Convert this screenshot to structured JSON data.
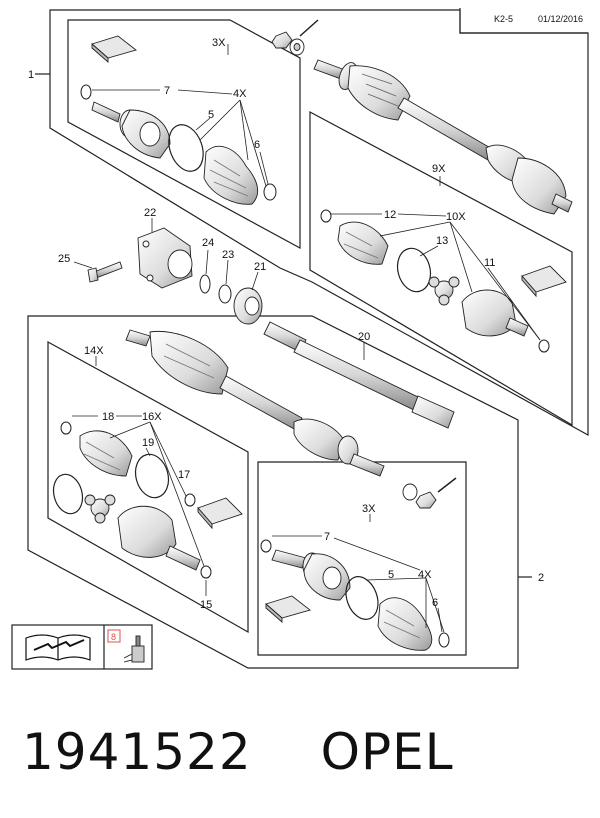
{
  "header": {
    "page_code": "K2-5",
    "date": "01/12/2016"
  },
  "callouts": {
    "c1": "1",
    "c2": "2",
    "c3x_top": "3X",
    "c3x_bottom": "3X",
    "c4x_top": "4X",
    "c4x_bottom": "4X",
    "c5_top": "5",
    "c5_bottom": "5",
    "c6_top": "6",
    "c6_bottom": "6",
    "c7_top": "7",
    "c7_bottom": "7",
    "c8": "8",
    "c9x": "9X",
    "c10x": "10X",
    "c11": "11",
    "c12": "12",
    "c13": "13",
    "c14x": "14X",
    "c15": "15",
    "c16x": "16X",
    "c17": "17",
    "c18": "18",
    "c19": "19",
    "c20": "20",
    "c21": "21",
    "c22": "22",
    "c23": "23",
    "c24": "24",
    "c25": "25"
  },
  "footer": {
    "part_number": "1941522",
    "brand": "OPEL"
  },
  "icons": [
    "repair-manual-icon",
    "grease-tube-icon"
  ],
  "colors": {
    "line": "#1a1a1a",
    "part_fill": "#f2f2f2",
    "part_shade": "#bdbdbd",
    "badge": "#d9534f"
  }
}
